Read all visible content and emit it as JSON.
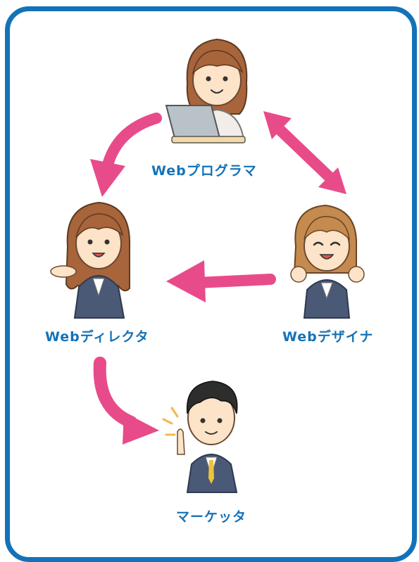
{
  "roles": {
    "programmer": "Webプログラマ",
    "director": "Webディレクタ",
    "designer": "Webデザイナ",
    "marketer": "マーケッタ"
  },
  "colors": {
    "frame": "#1472b8",
    "label": "#1472b8",
    "arrow": "#e84b8a",
    "suit": "#4a5975",
    "skin": "#fde3c8",
    "hair_brown": "#a8643a",
    "hair_light": "#c58a4e",
    "hair_dark": "#2d2d2d"
  },
  "arrows": [
    {
      "from": "programmer",
      "to": "director",
      "style": "curved-one-way",
      "icon": "curved-arrow"
    },
    {
      "from": "programmer",
      "to": "designer",
      "style": "straight-two-way",
      "icon": "double-arrow"
    },
    {
      "from": "designer",
      "to": "director",
      "style": "straight-one-way",
      "icon": "straight-arrow"
    },
    {
      "from": "director",
      "to": "marketer",
      "style": "curved-one-way",
      "icon": "curved-arrow"
    }
  ]
}
